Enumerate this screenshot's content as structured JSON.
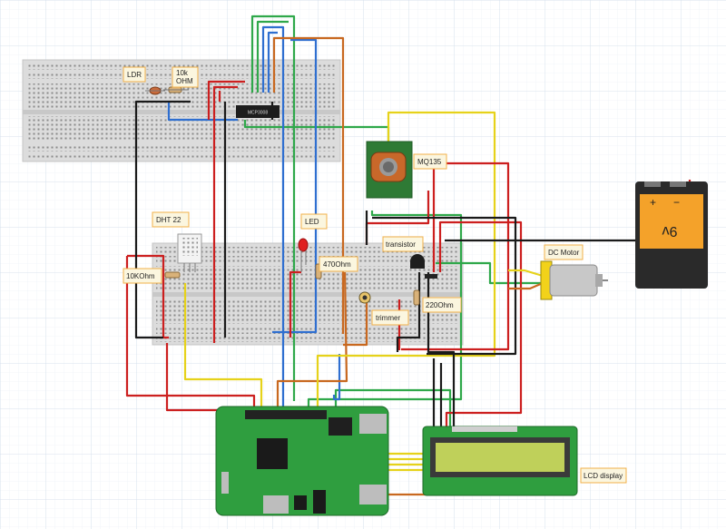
{
  "labels": {
    "ldr": "LDR",
    "res10k_line1": "10k",
    "res10k_line2": "OHM",
    "dht22": "DHT 22",
    "res10kohm": "10KOhm",
    "led": "LED",
    "res470": "470Ohm",
    "transistor": "transistor",
    "trimmer": "trimmer",
    "res220": "220Ohm",
    "mq135": "MQ135",
    "dc_motor": "DC Motor",
    "lcd": "LCD display"
  },
  "chip_text": "MCP3008",
  "battery": {
    "plus": "+",
    "minus": "−",
    "voltage": "9v"
  },
  "colors": {
    "grid_minor": "#e8eef6",
    "grid_major": "#cfdbe9",
    "breadboard": "#dcdcdc",
    "label_fill": "#fbf6df",
    "label_edge": "#f2b04a",
    "wire_red": "#cc1f1f",
    "wire_black": "#1a1a1a",
    "wire_blue": "#2f6fd0",
    "wire_green": "#2fa84a",
    "wire_yellow": "#e6d21a",
    "wire_orange": "#c8681f",
    "pi_board": "#2f9e3f",
    "mq_board": "#2e7a35",
    "lcd_screen": "#bfd05a",
    "battery_body": "#2a2a2a",
    "battery_label": "#f4a22a"
  }
}
